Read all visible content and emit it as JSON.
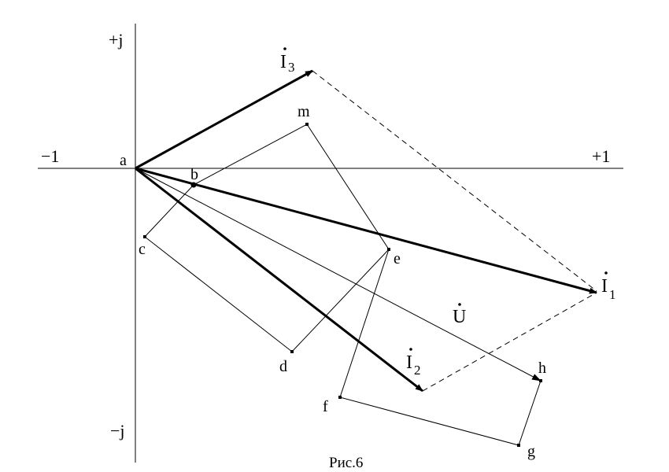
{
  "axes": {
    "pos_real": "+1",
    "neg_real": "−1",
    "pos_imag": "+j",
    "neg_imag": "−j"
  },
  "points": {
    "a": "a",
    "b": "b",
    "c": "c",
    "d": "d",
    "e": "e",
    "f": "f",
    "g": "g",
    "h": "h",
    "m": "m"
  },
  "vectors": {
    "I1": {
      "symbol": "I",
      "sub": "1"
    },
    "I2": {
      "symbol": "I",
      "sub": "2"
    },
    "I3": {
      "symbol": "I",
      "sub": "3"
    },
    "U": {
      "symbol": "U",
      "sub": ""
    }
  },
  "caption": "Рис.6"
}
